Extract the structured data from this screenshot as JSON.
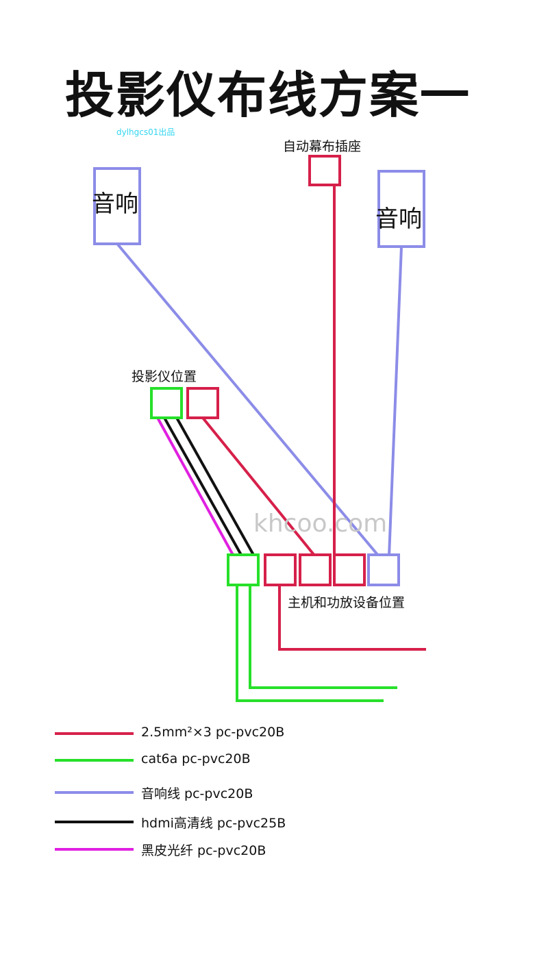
{
  "title": "投影仪布线方案一",
  "credit": "dylhgcs01出品",
  "watermark": "khcoo.com",
  "labels": {
    "screen_socket": "自动幕布插座",
    "speaker_left": "音响",
    "speaker_right": "音响",
    "projector": "投影仪位置",
    "host_equipment": "主机和功放设备位置"
  },
  "colors": {
    "power": "#d6204a",
    "network": "#27e02a",
    "audio": "#8c8ce8",
    "hdmi": "#111111",
    "fiber": "#e020e0"
  },
  "legend": [
    {
      "color": "#d6204a",
      "text": "2.5mm²×3  pc-pvc20B"
    },
    {
      "color": "#27e02a",
      "text": "cat6a  pc-pvc20B"
    },
    {
      "color": "#8c8ce8",
      "text": "音响线  pc-pvc20B"
    },
    {
      "color": "#111111",
      "text": "hdmi高清线  pc-pvc25B"
    },
    {
      "color": "#e020e0",
      "text": "黑皮光纤  pc-pvc20B"
    }
  ]
}
